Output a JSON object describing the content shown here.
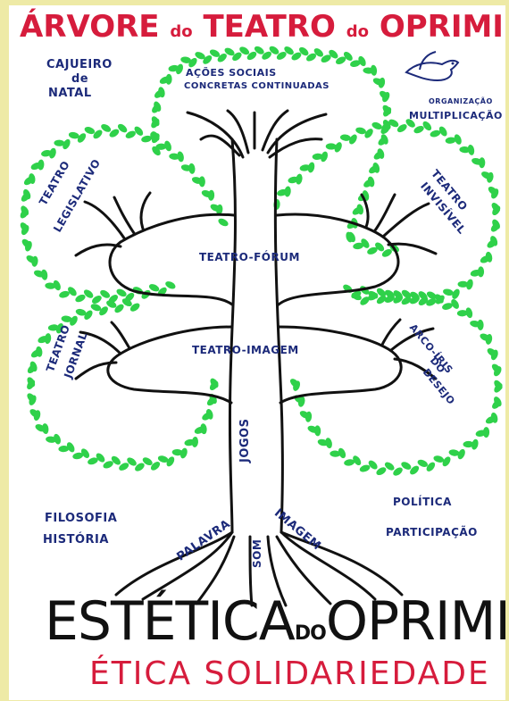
{
  "title": {
    "main": "ÁRVORE",
    "do1": "do",
    "teatro": "TEATRO",
    "do2": "do",
    "oprimido": "OPRIMIDO"
  },
  "labels": {
    "cajueiro": "CAJUEIRO",
    "de": "de",
    "natal": "NATAL",
    "acoes_line1": "AÇÕES SOCIAIS",
    "acoes_line2": "CONCRETAS CONTINUADAS",
    "organizacao": "ORGANIZAÇÃO",
    "multiplicacao": "MULTIPLICAÇÃO",
    "teatro_legislativo_1": "TEATRO",
    "teatro_legislativo_2": "LEGISLATIVO",
    "teatro_invisivel_1": "TEATRO",
    "teatro_invisivel_2": "INVISÍVEL",
    "teatro_forum": "TEATRO-FÓRUM",
    "teatro_jornal_1": "TEATRO",
    "teatro_jornal_2": "JORNAL",
    "teatro_imagem": "TEATRO-IMAGEM",
    "arco_iris_1": "ARCO-ÍRIS",
    "arco_iris_2": "DO",
    "arco_iris_3": "DESEJO",
    "jogos": "JOGOS",
    "filosofia": "FILOSOFIA",
    "historia": "HISTÓRIA",
    "politica": "POLÍTICA",
    "participacao": "PARTICIPAÇÃO",
    "palavra": "PALAVRA",
    "som": "SOM",
    "imagem": "IMAGEM"
  },
  "footer": {
    "estetica": "ESTÉTICA",
    "do": "DO",
    "oprimido": "OPRIMIDO",
    "etica": "ÉTICA SOLIDARIEDADE"
  },
  "colors": {
    "background": "#eeeaa6",
    "title_red": "#d61c3c",
    "label_blue": "#1c2a7a",
    "leaf_green": "#2fd14a",
    "trunk": "#111111"
  },
  "icons": [
    "dove-icon"
  ]
}
